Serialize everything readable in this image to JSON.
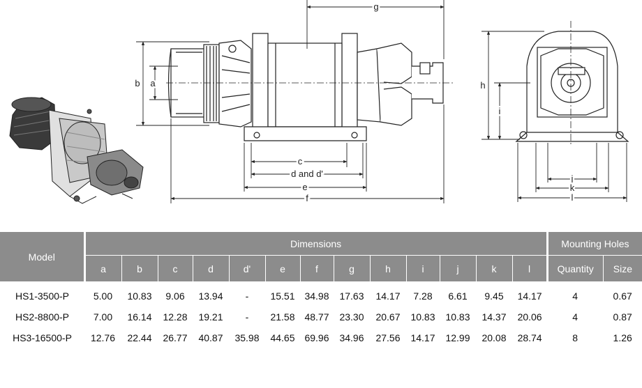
{
  "drawing": {
    "labels": {
      "a": "a",
      "b": "b",
      "c": "c",
      "d": "d and d'",
      "e": "e",
      "f": "f",
      "g": "g",
      "h": "h",
      "i": "i",
      "j": "j",
      "k": "k",
      "l": "l"
    }
  },
  "table": {
    "model_header": "Model",
    "dimensions_header": "Dimensions",
    "mounting_header": "Mounting Holes",
    "columns": [
      "a",
      "b",
      "c",
      "d",
      "d'",
      "e",
      "f",
      "g",
      "h",
      "i",
      "j",
      "k",
      "l"
    ],
    "mounting_columns": [
      "Quantity",
      "Size"
    ],
    "rows": [
      {
        "model": "HS1-3500-P",
        "dims": [
          "5.00",
          "10.83",
          "9.06",
          "13.94",
          "-",
          "15.51",
          "34.98",
          "17.63",
          "14.17",
          "7.28",
          "6.61",
          "9.45",
          "14.17"
        ],
        "quantity": "4",
        "size": "0.67"
      },
      {
        "model": "HS2-8800-P",
        "dims": [
          "7.00",
          "16.14",
          "12.28",
          "19.21",
          "-",
          "21.58",
          "48.77",
          "23.30",
          "20.67",
          "10.83",
          "10.83",
          "14.37",
          "20.06"
        ],
        "quantity": "4",
        "size": "0.87"
      },
      {
        "model": "HS3-16500-P",
        "dims": [
          "12.76",
          "22.44",
          "26.77",
          "40.87",
          "35.98",
          "44.65",
          "69.96",
          "34.96",
          "27.56",
          "14.17",
          "12.99",
          "20.08",
          "28.74"
        ],
        "quantity": "8",
        "size": "1.26"
      }
    ]
  }
}
